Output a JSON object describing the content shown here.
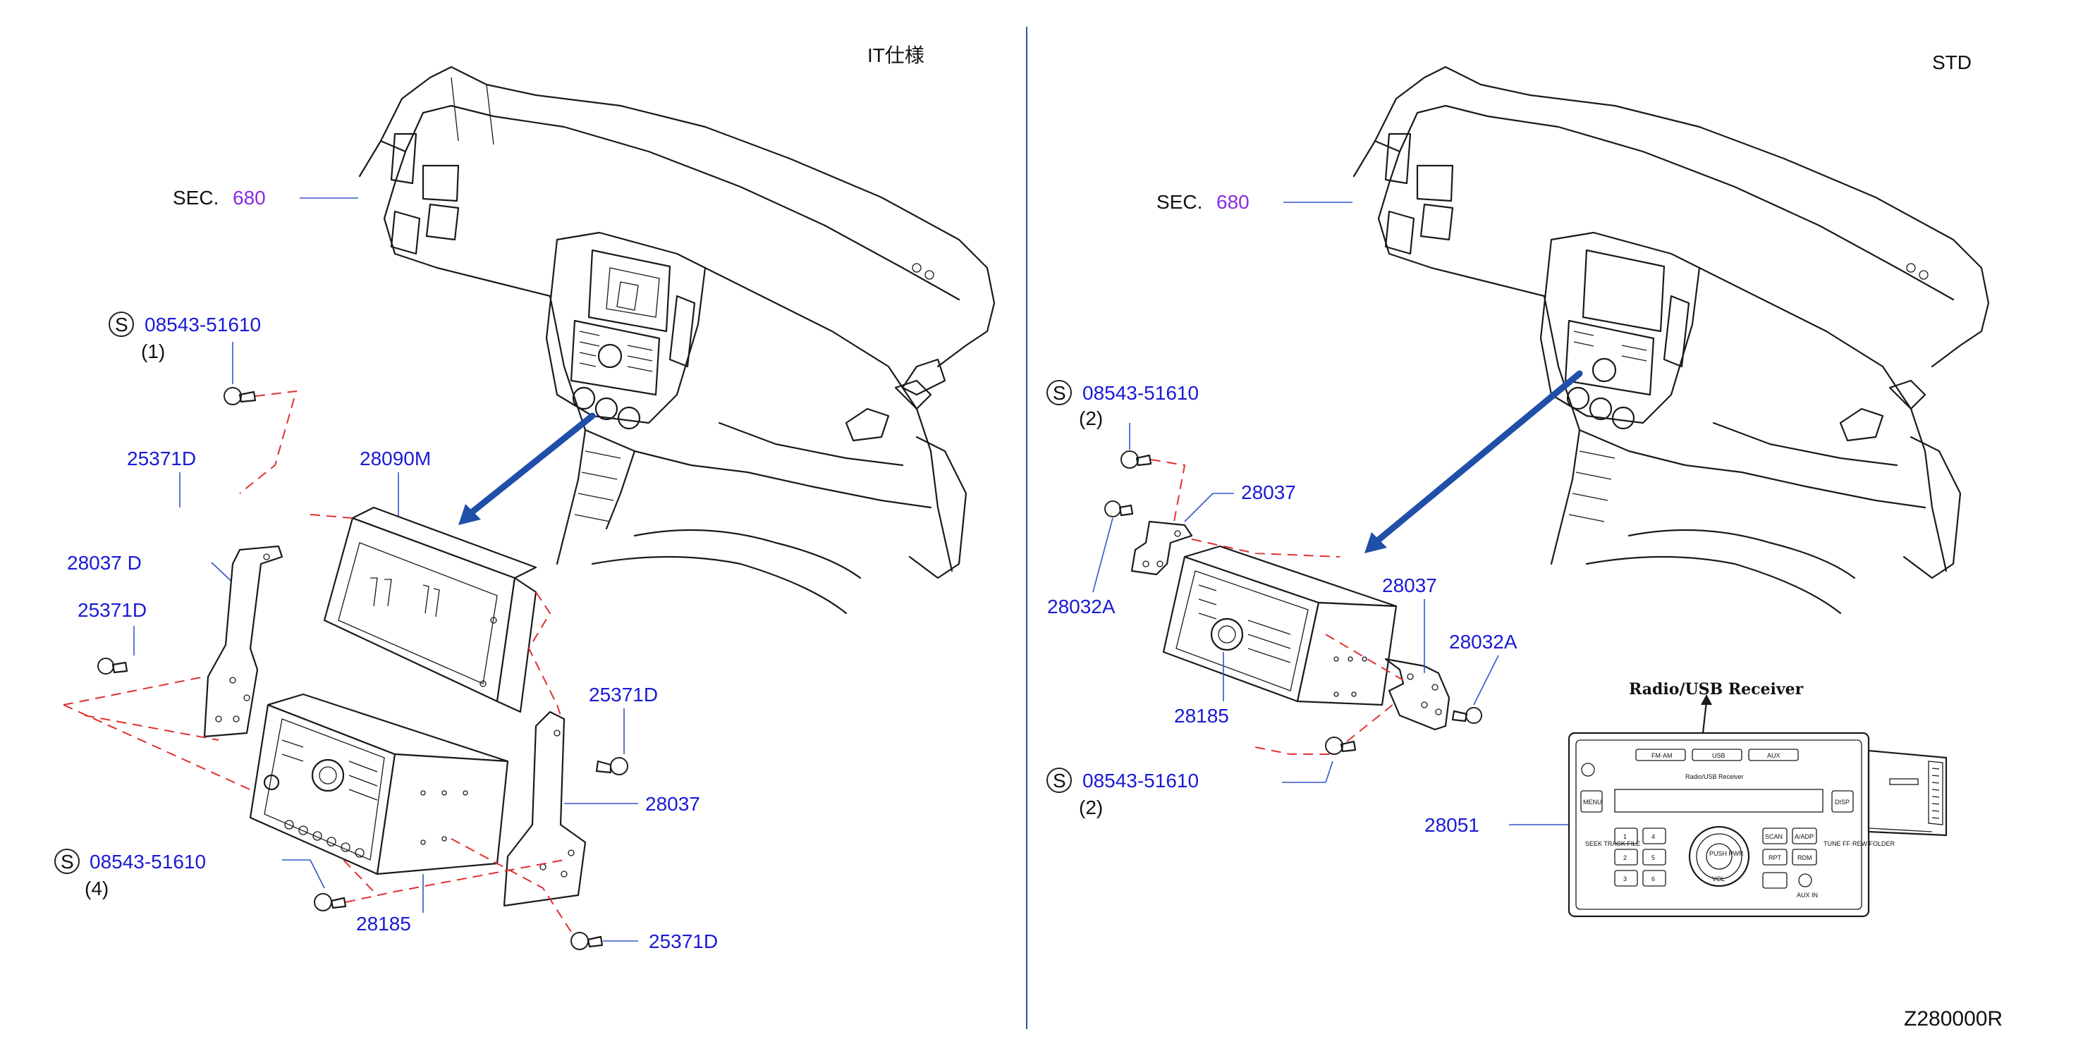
{
  "panels": {
    "left_title": "IT仕様",
    "right_title": "STD"
  },
  "left": {
    "sec_label": "SEC.",
    "sec_number": "680",
    "screw_symbol": "S",
    "screw_part": "08543-51610",
    "screw_qty_top": "(1)",
    "screw_part_bottom": "08543-51610",
    "screw_qty_bottom": "(4)",
    "parts": {
      "p25371d_a": "25371D",
      "p28090m": "28090M",
      "p28037_a": "28037 D",
      "p25371d_b": "25371D",
      "p25371d_c": "25371D",
      "p28037_b": "28037",
      "p28185": "28185",
      "p25371d_d": "25371D"
    }
  },
  "right": {
    "sec_label": "SEC.",
    "sec_number": "680",
    "screw_symbol": "S",
    "screw_part_top": "08543-51610",
    "screw_qty_top": "(2)",
    "screw_part_bottom": "08543-51610",
    "screw_qty_bottom": "(2)",
    "parts": {
      "p28037_a": "28037",
      "p28032a_a": "28032A",
      "p28037_b": "28037",
      "p28032a_b": "28032A",
      "p28185": "28185",
      "p28051": "28051"
    },
    "receiver": {
      "title": "Radio/USB Receiver",
      "face_title": "Radio/USB Receiver",
      "btn_fmam": "FM·AM",
      "btn_usb": "USB",
      "btn_aux": "AUX",
      "btn_menu": "MENU",
      "btn_disp": "DISP",
      "btn_scan": "SCAN",
      "btn_amp": "A/ADP",
      "btn_rpt": "RPT",
      "btn_rdm": "RDM",
      "btn_seek": "SEEK TRACK FILE",
      "btn_tune": "TUNE FF·REW FOLDER",
      "knob_push": "PUSH PWR",
      "knob_vol": "VOL",
      "aux_in": "AUX IN",
      "presets": [
        "1",
        "2",
        "3",
        "4",
        "5",
        "6"
      ]
    }
  },
  "diagram_code": "Z280000R",
  "colors": {
    "label_blue": "#1a1ad6",
    "sec_purple": "#8a2be2",
    "dash_red": "#e03030",
    "arrow_blue": "#1f4fa8"
  }
}
